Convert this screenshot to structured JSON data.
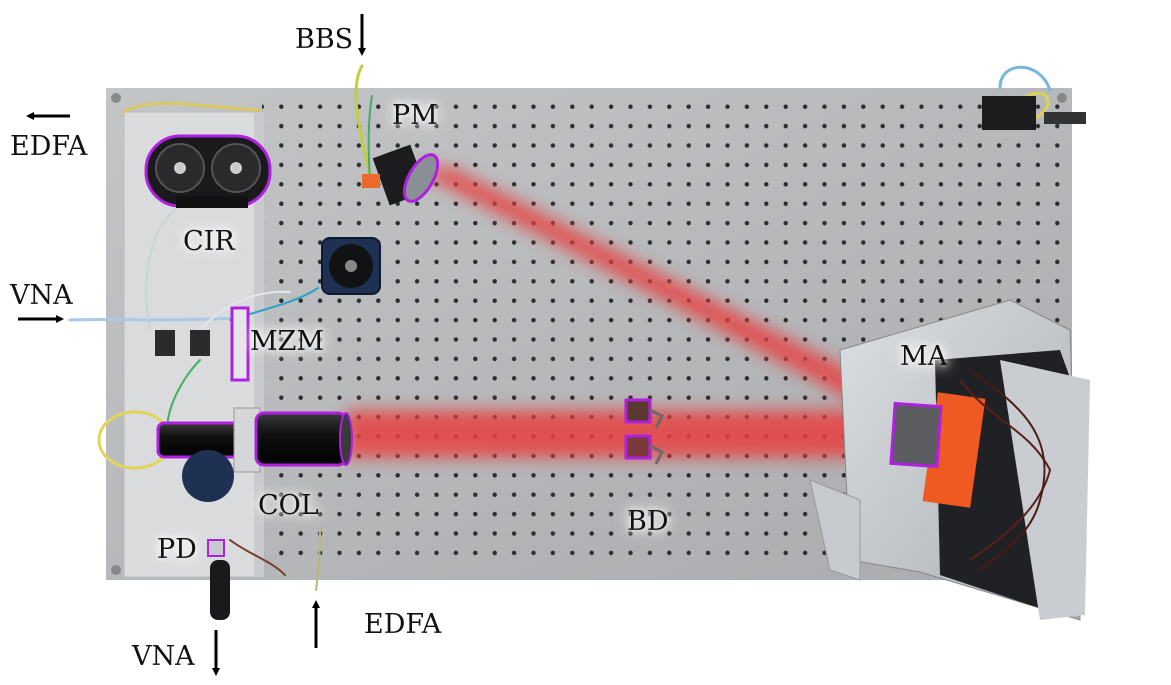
{
  "labels": {
    "bbs": "BBS",
    "edfa_top": "EDFA",
    "vna_left": "VNA",
    "pm": "PM",
    "cir": "CIR",
    "mzm": "MZM",
    "ma": "MA",
    "col": "COL",
    "bd": "BD",
    "pd": "PD",
    "vna_bottom": "VNA",
    "edfa_bottom": "EDFA"
  },
  "icons": [
    "arrow-down-icon",
    "arrow-left-icon",
    "arrow-right-icon",
    "arrow-up-icon"
  ],
  "colors": {
    "board": "#b4b6b8",
    "beam": "#e8413f",
    "highlight": "#b020e0",
    "text": "#111111"
  }
}
